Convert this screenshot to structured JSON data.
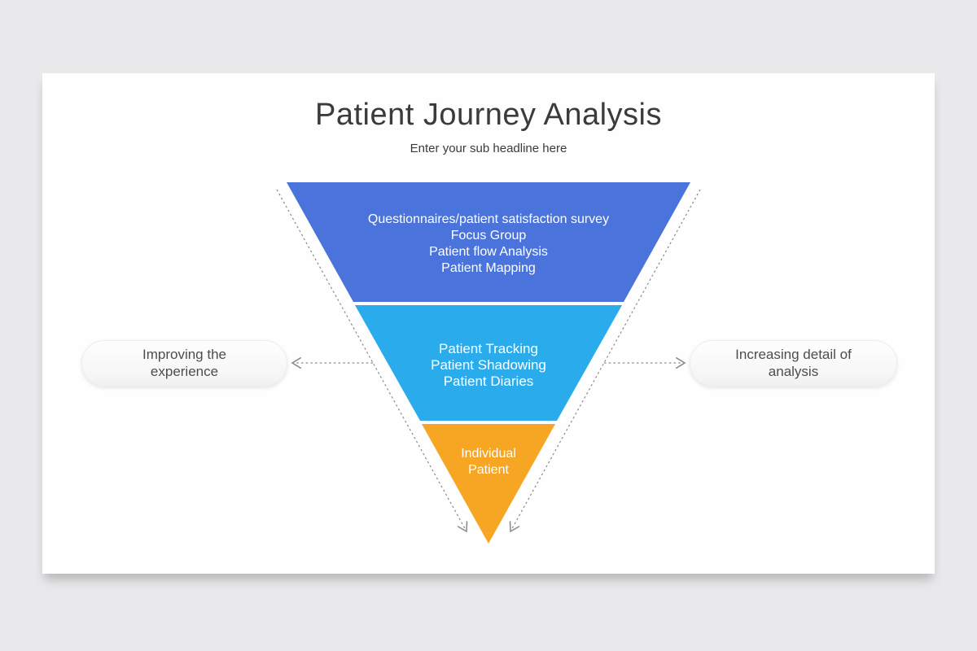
{
  "background_color": "#E9E9EB",
  "slide": {
    "title": "Patient Journey Analysis",
    "subtitle": "Enter your sub headline here"
  },
  "funnel": {
    "sections": [
      {
        "name": "research-methods",
        "color": "#4A73DB",
        "lines": [
          "Questionnaires/patient satisfaction survey",
          "Focus Group",
          "Patient flow Analysis",
          "Patient Mapping"
        ]
      },
      {
        "name": "observation-methods",
        "color": "#29ABEC",
        "lines": [
          "Patient Tracking",
          "Patient Shadowing",
          "Patient Diaries"
        ]
      },
      {
        "name": "individual",
        "color": "#F6A623",
        "lines": [
          "Individual",
          "Patient"
        ]
      }
    ]
  },
  "side_labels": {
    "left": {
      "text": "Improving the experience"
    },
    "right": {
      "text": "Increasing detail of analysis"
    }
  },
  "arrows": {
    "color": "#8A8A8A"
  }
}
